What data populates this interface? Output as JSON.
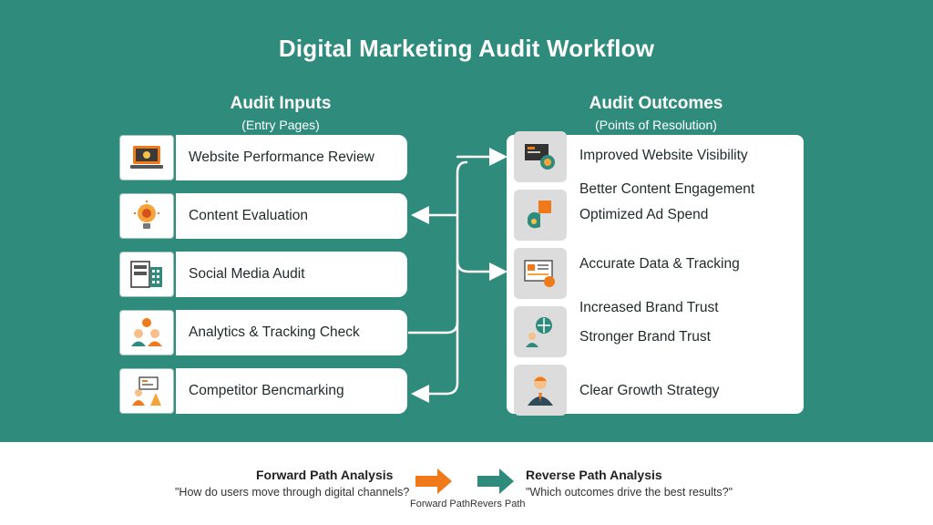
{
  "title": "Digital Marketing Audit Workflow",
  "inputs": {
    "heading": "Audit Inputs",
    "subheading": "(Entry Pages)",
    "items": [
      {
        "label": "Website Performance Review",
        "icon": "laptop-icon"
      },
      {
        "label": "Content Evaluation",
        "icon": "lightbulb-icon"
      },
      {
        "label": "Social Media Audit",
        "icon": "seo-calculator-icon"
      },
      {
        "label": "Analytics & Tracking Check",
        "icon": "people-icon"
      },
      {
        "label": "Competitor Bencmarking",
        "icon": "presenter-icon"
      }
    ]
  },
  "outcomes": {
    "heading": "Audit Outcomes",
    "subheading": "(Points of Resolution)",
    "items": [
      {
        "label": "Improved Website Visibility",
        "icon": "presentation-globe-icon"
      },
      {
        "label": "Better Content Engagement",
        "icon": "puzzle-icon"
      },
      {
        "label": "Optimized Ad Spend",
        "icon": "puzzle-icon"
      },
      {
        "label": "Accurate Data & Tracking",
        "icon": "dashboard-icon"
      },
      {
        "label": "Increased Brand Trust",
        "icon": "person-globe-icon"
      },
      {
        "label": "Stronger Brand Trust",
        "icon": "person-globe-icon"
      },
      {
        "label": "Clear Growth Strategy",
        "icon": "businessman-icon"
      }
    ]
  },
  "footer": {
    "forward_title": "Forward Path Analysis",
    "forward_question": "\"How do users move through digital channels?",
    "forward_label": "Forward Path",
    "reverse_title": "Reverse Path Analysis",
    "reverse_question": "\"Which outcomes drive the best results?\"",
    "reverse_label": "Revers Path",
    "forward_color": "#f07a1a",
    "reverse_color": "#2f8c7c"
  },
  "colors": {
    "background": "#2f8c7c",
    "card": "#ffffff",
    "arrow": "#ffffff"
  }
}
